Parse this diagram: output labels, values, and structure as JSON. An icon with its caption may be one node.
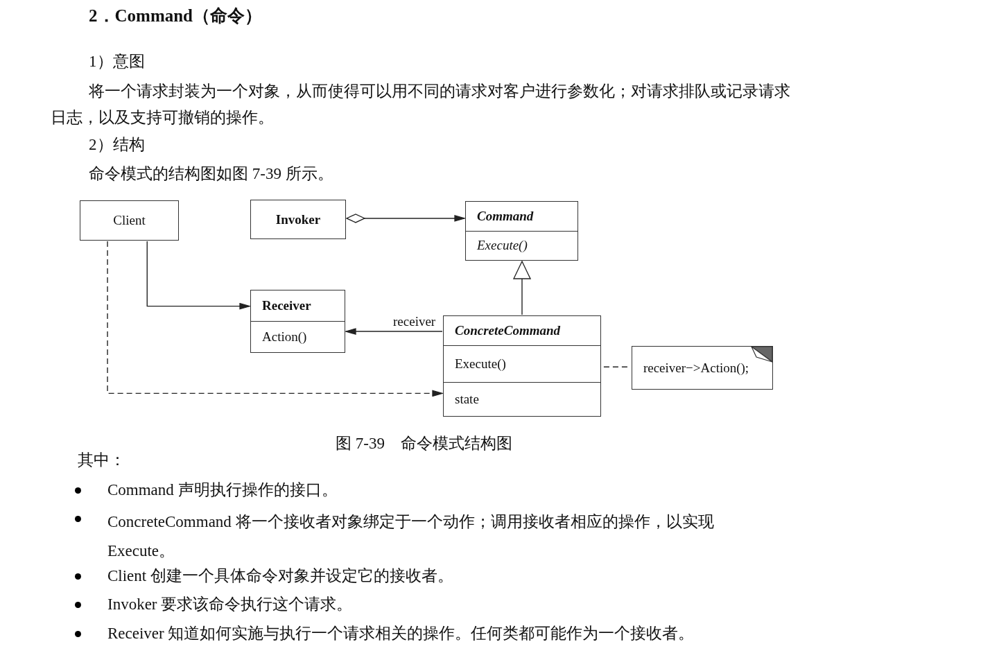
{
  "diagram": {
    "title": "2．Command（命令）",
    "caption": "图 7-39　命令模式结构图",
    "nodes": [
      {
        "text": [
          "Client"
        ]
      },
      {
        "text": [
          "Invoker"
        ]
      },
      {
        "text": [
          "Command",
          "Execute()"
        ]
      },
      {
        "text": [
          "Receiver",
          "Action()"
        ]
      },
      {
        "text": [
          "ConcreteCommand",
          "Execute()",
          "state"
        ]
      },
      {
        "text": [
          "receiver−>Action();"
        ]
      }
    ],
    "edges": [
      {
        "from": 1,
        "to": 2,
        "arrow": "to"
      },
      {
        "from": 0,
        "to": 3,
        "arrow": "to"
      },
      {
        "from": 0,
        "to": 4,
        "arrow": "to",
        "style": "dashed"
      },
      {
        "from": 4,
        "to": 2,
        "arrow": "to"
      },
      {
        "from": 4,
        "to": 3,
        "arrow": "to",
        "label": "receiver"
      },
      {
        "from": 4,
        "to": 5,
        "arrow": "other",
        "style": "dashed"
      }
    ],
    "labels": [
      "1）意图",
      "将一个请求封装为一个对象，从而使得可以用不同的请求对客户进行参数化；对请求排队或记录请求日志，以及支持可撤销的操作。",
      "2）结构",
      "命令模式的结构图如图 7-39 所示。",
      "其中：",
      "Command 声明执行操作的接口。",
      "ConcreteCommand 将一个接收者对象绑定于一个动作；调用接收者相应的操作，以实现 Execute。",
      "Client 创建一个具体命令对象并设定它的接收者。",
      "Invoker 要求该命令执行这个请求。",
      "Receiver 知道如何实施与执行一个请求相关的操作。任何类都可能作为一个接收者。"
    ]
  }
}
